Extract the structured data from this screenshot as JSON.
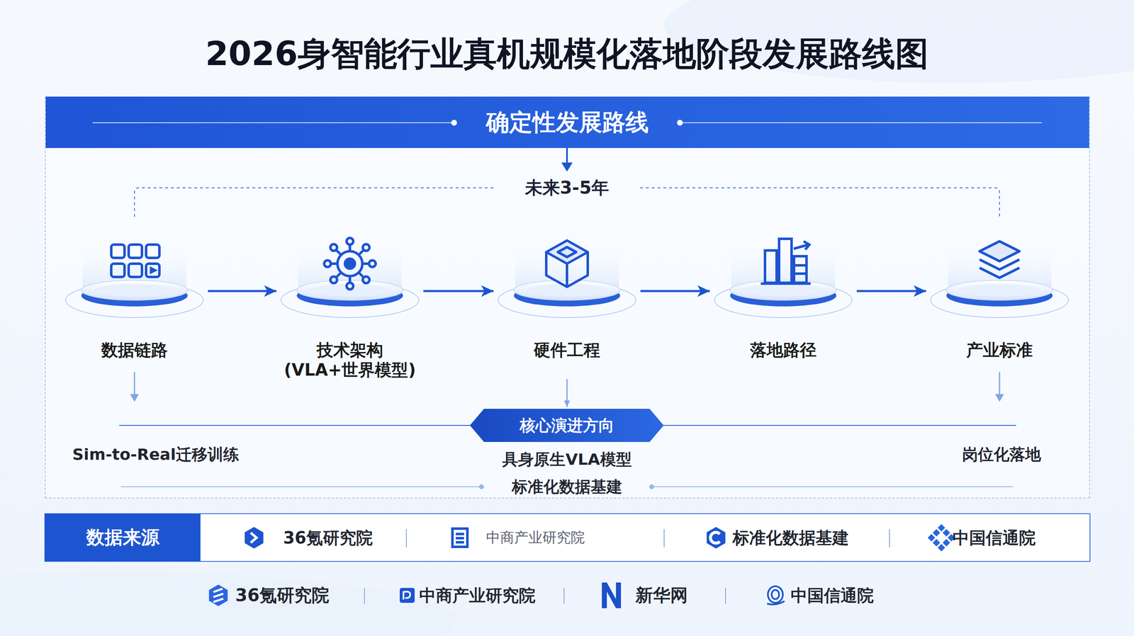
{
  "diagram": {
    "title": "2026身智能行业真机规模化落地阶段发展路线图",
    "nodes": [
      {
        "text": [
          "确定性发展路线"
        ]
      },
      {
        "text": [
          "数据链路"
        ],
        "in": 0
      },
      {
        "text": [
          "技术架构 (VLA+世界模型)"
        ],
        "in": 0
      },
      {
        "text": [
          "硬件工程"
        ],
        "in": 0
      },
      {
        "text": [
          "落地路径"
        ],
        "in": 0
      },
      {
        "text": [
          "产业标准"
        ],
        "in": 0
      },
      {
        "text": [
          "核心演进方向"
        ],
        "in": 0
      },
      {
        "text": [
          "数据来源"
        ]
      }
    ],
    "edges": [
      {
        "from": 1,
        "to": 2,
        "arrow": "to"
      },
      {
        "from": 2,
        "to": 3,
        "arrow": "to"
      },
      {
        "from": 3,
        "to": 4,
        "arrow": "to"
      },
      {
        "from": 4,
        "to": 5,
        "arrow": "to"
      },
      {
        "from": 3,
        "to": 6,
        "arrow": "to"
      }
    ],
    "labels": [
      "未来3-5年",
      "Sim-to-Real迁移训练",
      "具身原生VLA模型",
      "标准化数据基建",
      "岗位化落地",
      "36氪研究院",
      "中商产业研究院",
      "标准化数据基建",
      "中国信通院",
      "36氪研究院",
      "中商产业研究院",
      "新华网",
      "中国信通院"
    ]
  }
}
